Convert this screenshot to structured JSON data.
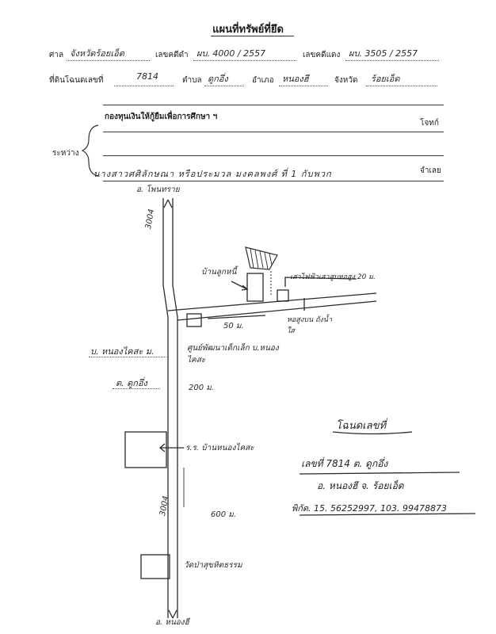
{
  "header": {
    "title": "แผนที่ทรัพย์ที่ยึด"
  },
  "row1": {
    "court_label": "ศาล",
    "court_value": "จังหวัดร้อยเอ็ด",
    "black_case_label": "เลขคดีดำ",
    "black_case_value": "ผบ. 4000 / 2557",
    "red_case_label": "เลขคดีแดง",
    "red_case_value": "ผบ. 3505 / 2557"
  },
  "row2": {
    "title_deed_label": "ที่ดินโฉนดเลขที่",
    "title_deed_value": "7814",
    "subdistrict_label": "ตำบล",
    "subdistrict_value": "ดูกอึ่ง",
    "district_label": "อำเภอ",
    "district_value": "หนองฮี",
    "province_label": "จังหวัด",
    "province_value": "ร้อยเอ็ด"
  },
  "parties": {
    "between_label": "ระหว่าง",
    "plaintiff": "กองทุนเงินให้กู้ยืมเพื่อการศึกษา ฯ",
    "plaintiff_role": "โจทก์",
    "defendant": "นางสาวศศิลักษณา หรือประมวล มงคลพงศ์ ที่ 1 กับพวก",
    "defendant_role": "จำเลย"
  },
  "map": {
    "top_label": "อ. โพนทราย",
    "road_number_top": "3004",
    "road_number_bottom": "3004",
    "house_label": "บ้านลูกหนี้",
    "fence_label": "เสาไฟฟ้าเสาสูบหอสูง 20 ม.",
    "pole_label": "หอสูงบน ถังน้ำใส",
    "distance_50": "50 ม.",
    "village_label": "บ. หนองไคสะ ม.",
    "subdistrict_label": "ต. ดูกอึ่ง",
    "center_label": "ศูนย์พัฒนาเด็กเล็ก บ.หนองไคสะ",
    "distance_200": "200 ม.",
    "school_label": "ร.ร. บ้านหนองไคสะ",
    "distance_600": "600 ม.",
    "temple_label": "วัดป่าสุขหิตธรรม",
    "bottom_label": "อ. หนองฮี"
  },
  "info": {
    "heading": "โฉนดเลขที่",
    "line1": "เลขที่ 7814 ต. ดูกอึ่ง",
    "line2": "อ. หนองฮี จ. ร้อยเอ็ด",
    "coords": "พิกัด. 15. 56252997, 103. 99478873"
  }
}
